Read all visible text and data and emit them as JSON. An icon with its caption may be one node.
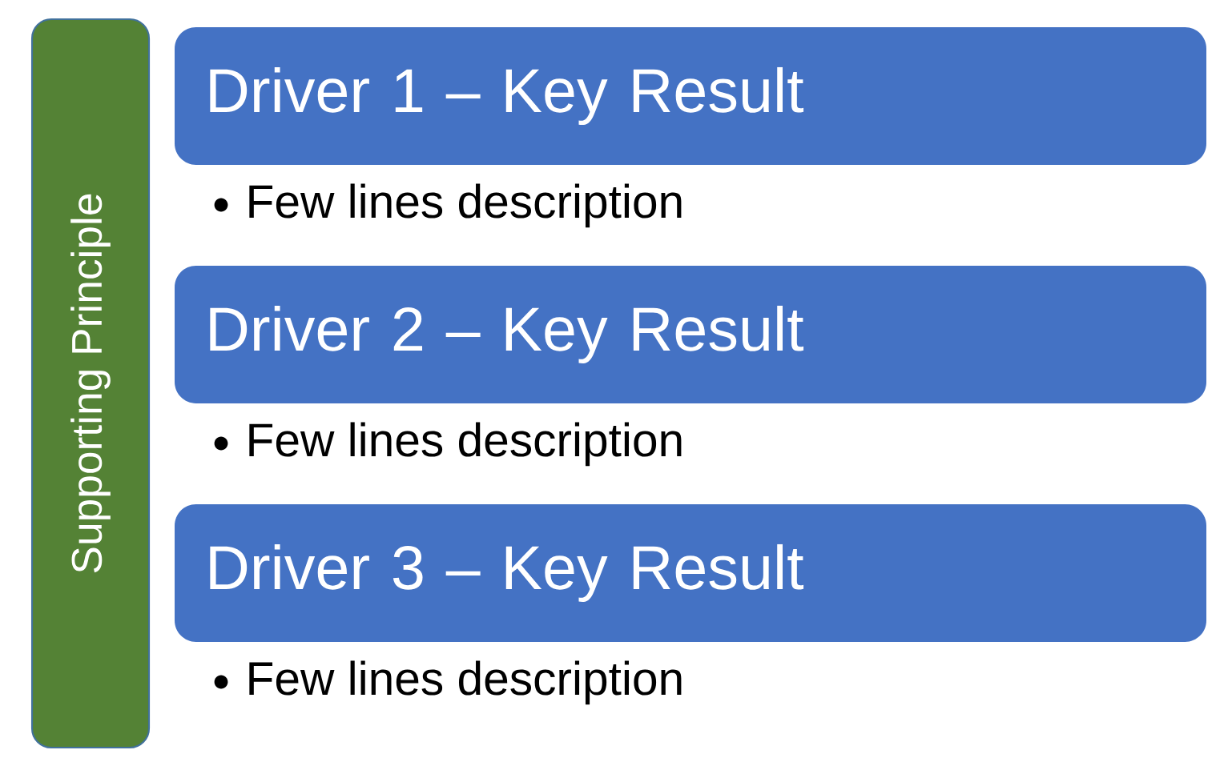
{
  "diagram": {
    "nodes": [
      {
        "text": [
          "Supporting Principle"
        ]
      },
      {
        "text": [
          "Driver 1 – Key Result"
        ],
        "beside": [
          "Few lines description"
        ]
      },
      {
        "text": [
          "Driver 2 – Key Result"
        ],
        "beside": [
          "Few lines description"
        ]
      },
      {
        "text": [
          "Driver 3 – Key Result"
        ],
        "beside": [
          "Few lines description"
        ]
      }
    ]
  }
}
